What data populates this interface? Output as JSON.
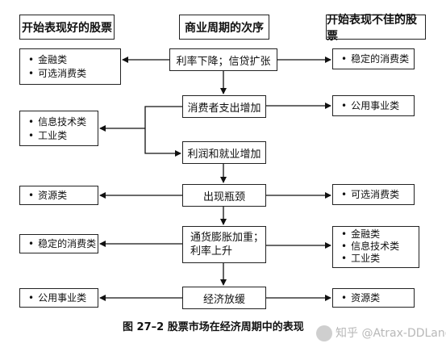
{
  "headers": {
    "left": "开始表现好的股票",
    "center": "商业周期的次序",
    "right": "开始表现不佳的股票"
  },
  "center_stages": [
    "利率下降；信贷扩张",
    "消费者支出增加",
    "利润和就业增加",
    "出现瓶颈",
    "通货膨胀加重；\n利率上升",
    "经济放缓"
  ],
  "left_boxes": [
    [
      "金融类",
      "可选消费类"
    ],
    [
      "信息技术类",
      "工业类"
    ],
    [
      "资源类"
    ],
    [
      "稳定的消费类"
    ],
    [
      "公用事业类"
    ]
  ],
  "right_boxes": [
    [
      "稳定的消费类"
    ],
    [
      "公用事业类"
    ],
    [
      "可选消费类"
    ],
    [
      "金融类",
      "信息技术类",
      "工业类"
    ],
    [
      "资源类"
    ]
  ],
  "caption": "图 27–2    股票市场在经济周期中的表现",
  "watermark": "知乎 @Atrax-DDLand"
}
